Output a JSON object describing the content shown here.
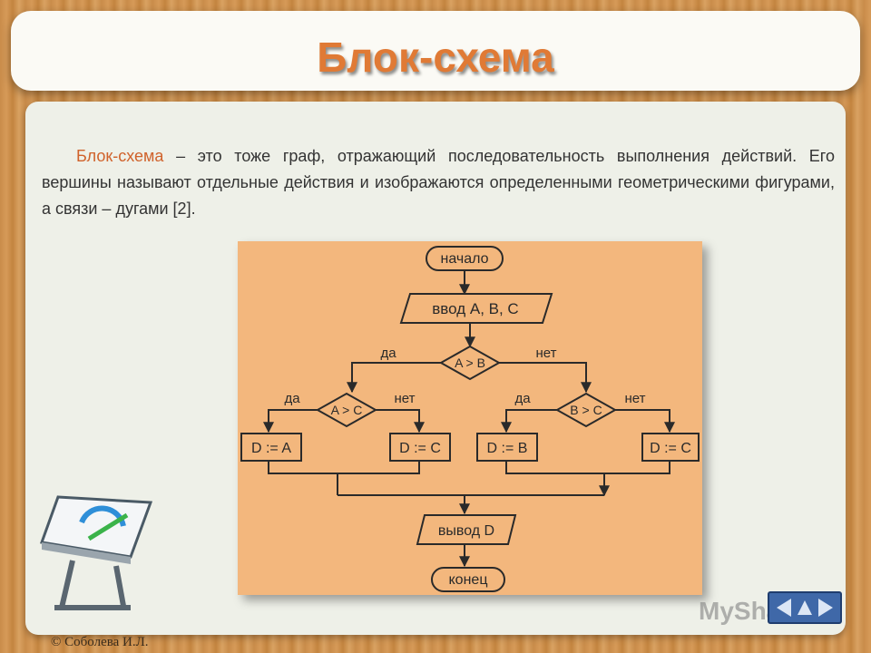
{
  "slide": {
    "title": "Блок-схема",
    "paragraph": {
      "term": "Блок-схема",
      "text": " – это тоже граф, отражающий последовательность выполнения действий. Его вершины называют отдельные действия и изображаются определенными геометрическими фигурами, а связи – дугами [2]."
    },
    "copyright": "© Соболева И.Л.",
    "watermark": "MyShared"
  },
  "flowchart": {
    "start": "начало",
    "input": "ввод A, B, C",
    "cond_main": "A > B",
    "cond_left": "A > C",
    "cond_right": "B > C",
    "yes": "да",
    "no": "нет",
    "assign_1": "D := A",
    "assign_2": "D := C",
    "assign_3": "D := B",
    "assign_4": "D := C",
    "output": "вывод D",
    "end": "конец"
  },
  "colors": {
    "accent": "#e07a35",
    "flowchart_bg": "#f3b77d",
    "panel_bg": "#eef0e8",
    "nav_blue": "#3f68a8"
  },
  "icons": [
    "drafting-table-icon",
    "navigation-arrows-icon"
  ]
}
